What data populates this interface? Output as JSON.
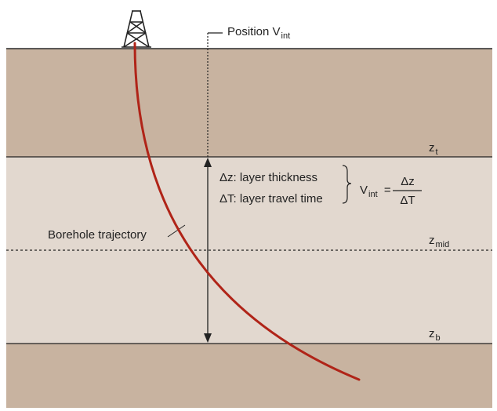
{
  "position_label": {
    "main": "Position V",
    "sub": "int"
  },
  "layer_top": {
    "main": "z",
    "sub": "t"
  },
  "layer_mid": {
    "main": "z",
    "sub": "mid"
  },
  "layer_bottom": {
    "main": "z",
    "sub": "b"
  },
  "thickness_label": "Δz: layer thickness",
  "travel_time_label": "ΔT: layer travel time",
  "formula": {
    "lhs_main": "V",
    "lhs_sub": "int",
    "equals": "=",
    "numerator": "Δz",
    "denominator": "ΔT"
  },
  "borehole_label": "Borehole trajectory",
  "colors": {
    "formation": "#c8b3a0",
    "layer": "#e2d8cf",
    "trajectory": "#b02418",
    "lines": "#222222"
  }
}
